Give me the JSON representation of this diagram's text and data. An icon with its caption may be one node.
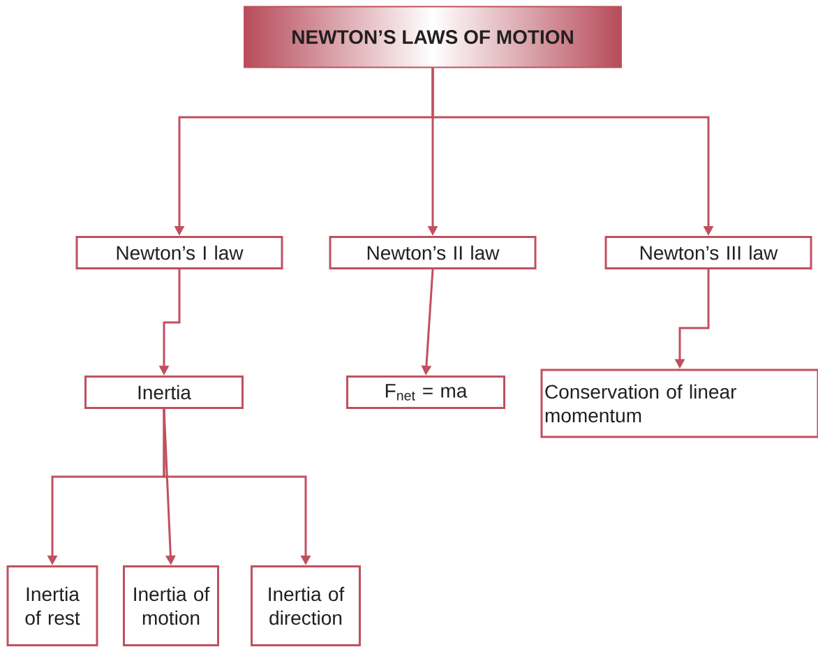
{
  "diagram": {
    "nodes": [
      {
        "text": [
          "NEWTON’S LAWS OF MOTION"
        ]
      },
      {
        "text": [
          "Newton’s I law"
        ]
      },
      {
        "text": [
          "Newton’s II law"
        ]
      },
      {
        "text": [
          "Newton’s III law"
        ]
      },
      {
        "text": [
          "Inertia"
        ]
      },
      {
        "text": [
          "F$_{net}$ = ma"
        ]
      },
      {
        "text": [
          "Conservation of linear momentum"
        ]
      },
      {
        "text": [
          "Inertia of rest"
        ]
      },
      {
        "text": [
          "Inertia of motion"
        ]
      },
      {
        "text": [
          "Inertia of direction"
        ]
      }
    ],
    "edges": [
      {
        "from": 0,
        "to": 1,
        "arrow": "to"
      },
      {
        "from": 0,
        "to": 2,
        "arrow": "to"
      },
      {
        "from": 0,
        "to": 3,
        "arrow": "to"
      },
      {
        "from": 1,
        "to": 4,
        "arrow": "to"
      },
      {
        "from": 2,
        "to": 5,
        "arrow": "to"
      },
      {
        "from": 3,
        "to": 6,
        "arrow": "to"
      },
      {
        "from": 4,
        "to": 7,
        "arrow": "to"
      },
      {
        "from": 4,
        "to": 8,
        "arrow": "to"
      },
      {
        "from": 4,
        "to": 9,
        "arrow": "to"
      }
    ]
  }
}
